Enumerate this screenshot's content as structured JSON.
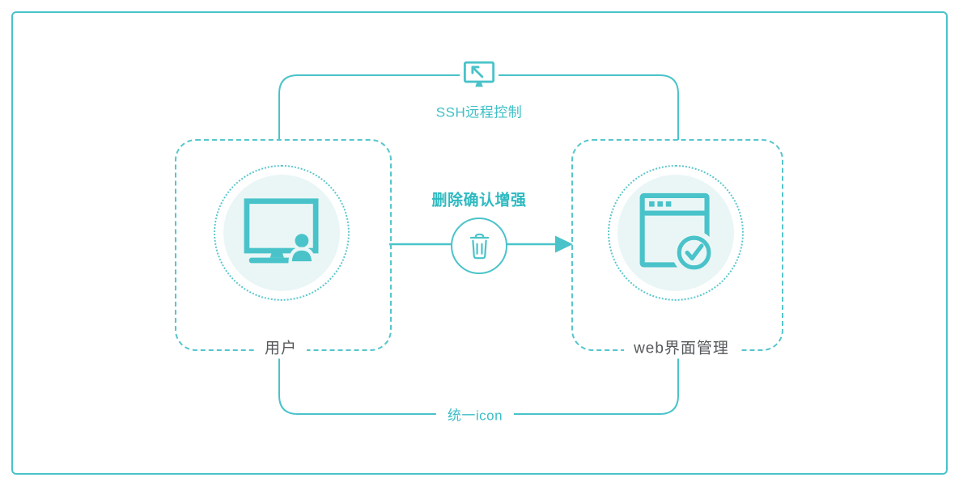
{
  "diagram": {
    "left_node": {
      "label": "用户",
      "icon": "user-computer-icon"
    },
    "right_node": {
      "label": "web界面管理",
      "icon": "browser-check-icon"
    },
    "top_connection": {
      "label": "SSH远程控制",
      "icon": "remote-desktop-icon"
    },
    "middle_connection": {
      "label": "删除确认增强",
      "icon": "trash-icon"
    },
    "bottom_connection": {
      "label": "统一icon"
    },
    "colors": {
      "accent": "#49c3c9",
      "accent_text": "#3bbfc6",
      "light_fill": "#eaf6f6",
      "node_label_text": "#55585a",
      "background": "#ffffff"
    }
  }
}
